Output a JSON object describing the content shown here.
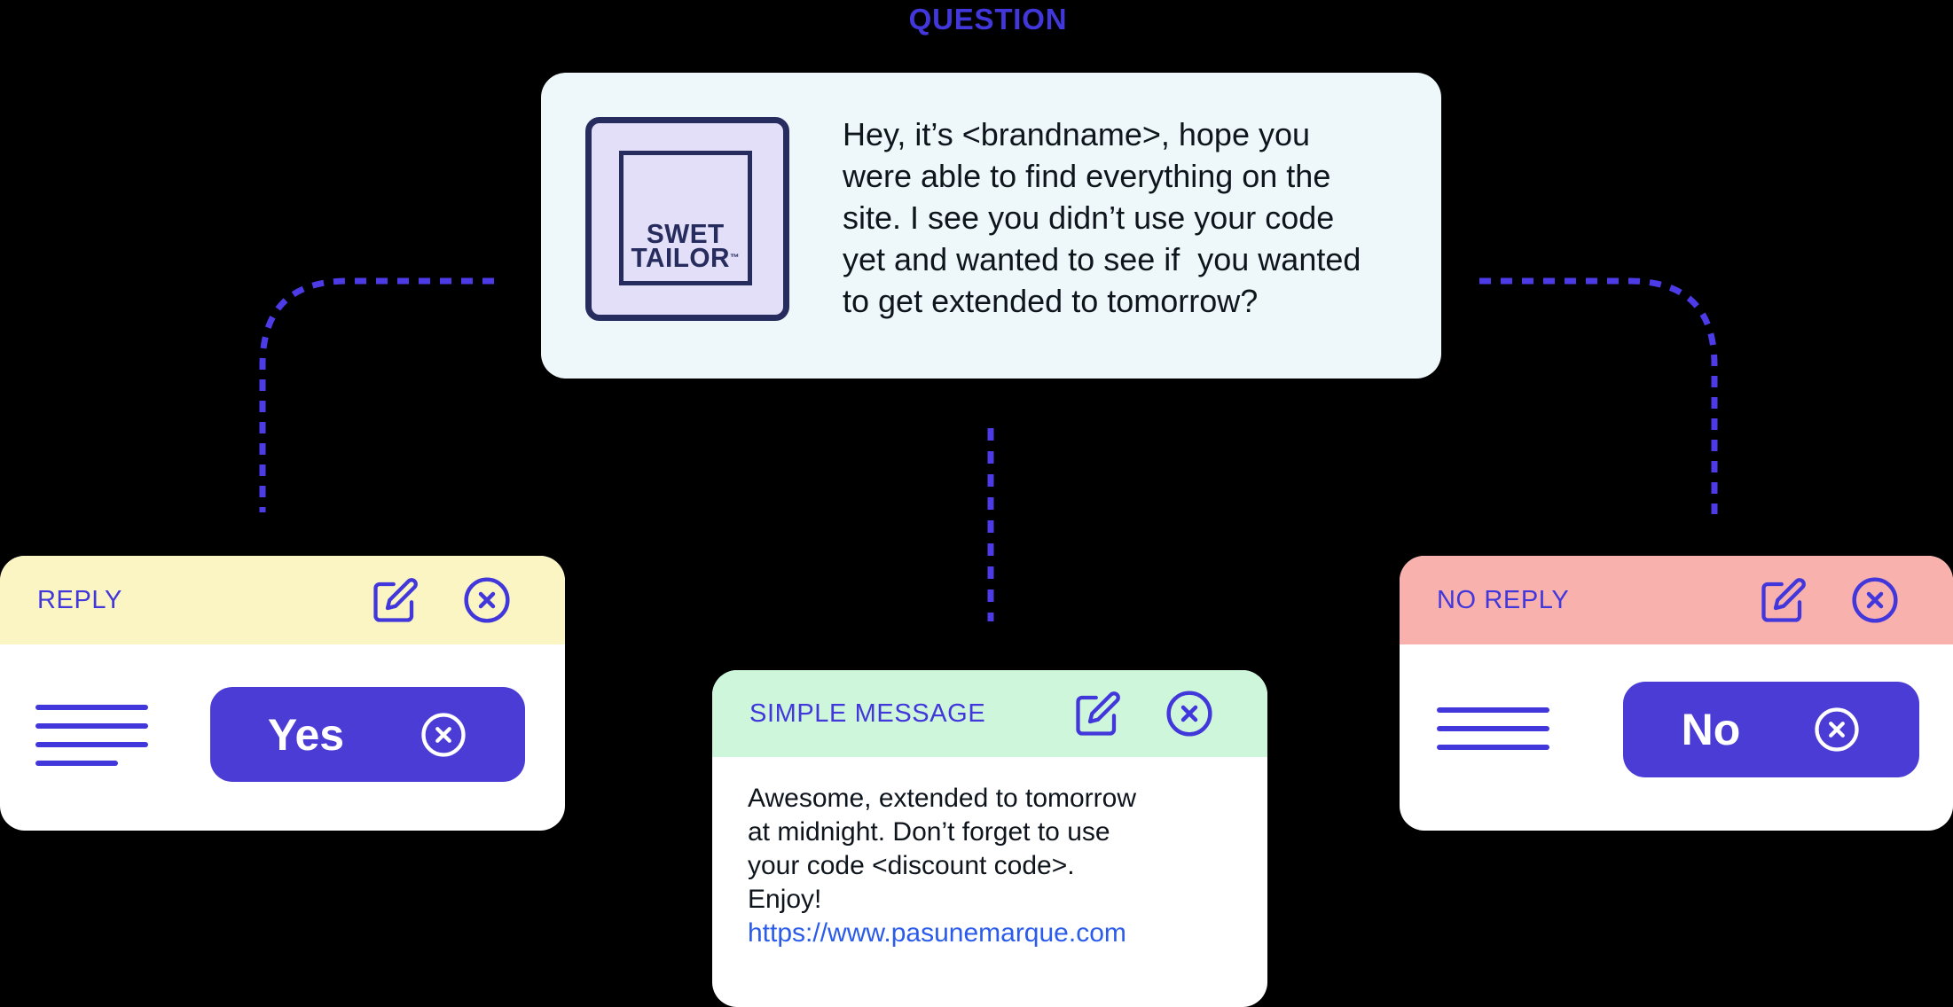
{
  "colors": {
    "accent_blue": "#4137DB",
    "dash_blue": "#4C3BE6",
    "button_indigo": "#4A3CD4",
    "reply_header_yellow": "#FAF5C2",
    "simple_header_green": "#CEF6DB",
    "no_reply_header_pink": "#F9B1AE",
    "root_card_bg": "#EEF8FA",
    "logo_bg_lavender": "#E4DFF8",
    "logo_navy": "#262C5D",
    "body_text": "#0F151C",
    "link_blue": "#2A5BEA"
  },
  "question": {
    "label": "QUESTION"
  },
  "root_card": {
    "logo": {
      "line1": "SWET",
      "line2": "TAILOR",
      "trademark": "™"
    },
    "message": "Hey, it’s <brandname>, hope you\nwere able to find everything on the\nsite. I see you didn’t use your code\nyet and wanted to see if  you wanted\nto get extended to tomorrow?"
  },
  "branches": {
    "reply": {
      "title": "REPLY",
      "button_label": "Yes",
      "icons": [
        "edit-icon",
        "close-circle-icon"
      ]
    },
    "simple_message": {
      "title": "SIMPLE MESSAGE",
      "message": "Awesome, extended to tomorrow\nat midnight. Don’t forget to use\nyour code <discount code>.\nEnjoy!",
      "link": "https://www.pasunemarque.com",
      "icons": [
        "edit-icon",
        "close-circle-icon"
      ]
    },
    "no_reply": {
      "title": "NO REPLY",
      "button_label": "No",
      "icons": [
        "edit-icon",
        "close-circle-icon"
      ]
    }
  }
}
